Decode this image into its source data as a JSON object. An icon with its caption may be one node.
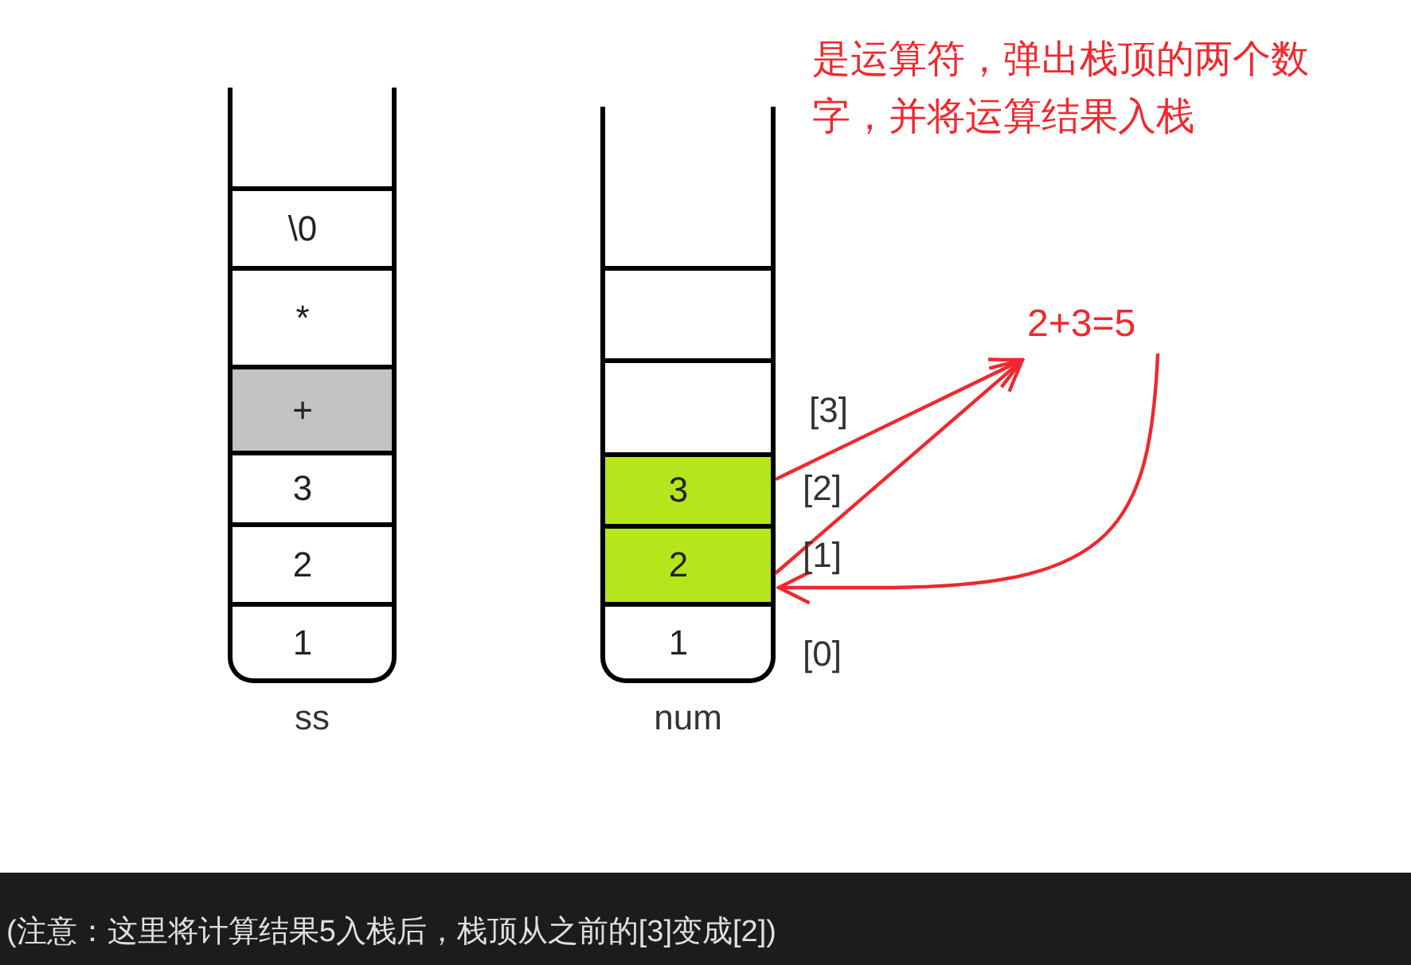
{
  "diagram": {
    "caption": "(注意：这里将计算结果5入栈后，栈顶从之前的[3]变成[2])",
    "nodes": [
      {
        "text": [],
        "shape": "box",
        "beside": [
          "ss"
        ]
      },
      {
        "text": [
          "\\0"
        ],
        "in": 0
      },
      {
        "text": [
          "*"
        ],
        "in": 0
      },
      {
        "text": [
          "+"
        ],
        "in": 0
      },
      {
        "text": [
          "3"
        ],
        "in": 0
      },
      {
        "text": [
          "2"
        ],
        "in": 0
      },
      {
        "text": [
          "1"
        ],
        "in": 0
      },
      {
        "text": [],
        "shape": "box",
        "beside": [
          "num"
        ]
      },
      {
        "text": [],
        "shape": "box",
        "in": 7
      },
      {
        "text": [],
        "shape": "box",
        "in": 7
      },
      {
        "text": [
          "3"
        ],
        "in": 7
      },
      {
        "text": [
          "2"
        ],
        "in": 7
      },
      {
        "text": [
          "1"
        ],
        "in": 7
      },
      {
        "text": [
          "2+3=5"
        ]
      }
    ],
    "edges": [
      {
        "from": 10,
        "to": 13,
        "arrow": "to"
      },
      {
        "from": 11,
        "to": 13,
        "arrow": "to"
      },
      {
        "from": 13,
        "to": 11,
        "arrow": "to"
      }
    ],
    "labels": [
      "是运算符，弹出栈顶的两个数字，并将运算结果入栈",
      "[3]",
      "[2]",
      "[1]",
      "[0]"
    ]
  }
}
